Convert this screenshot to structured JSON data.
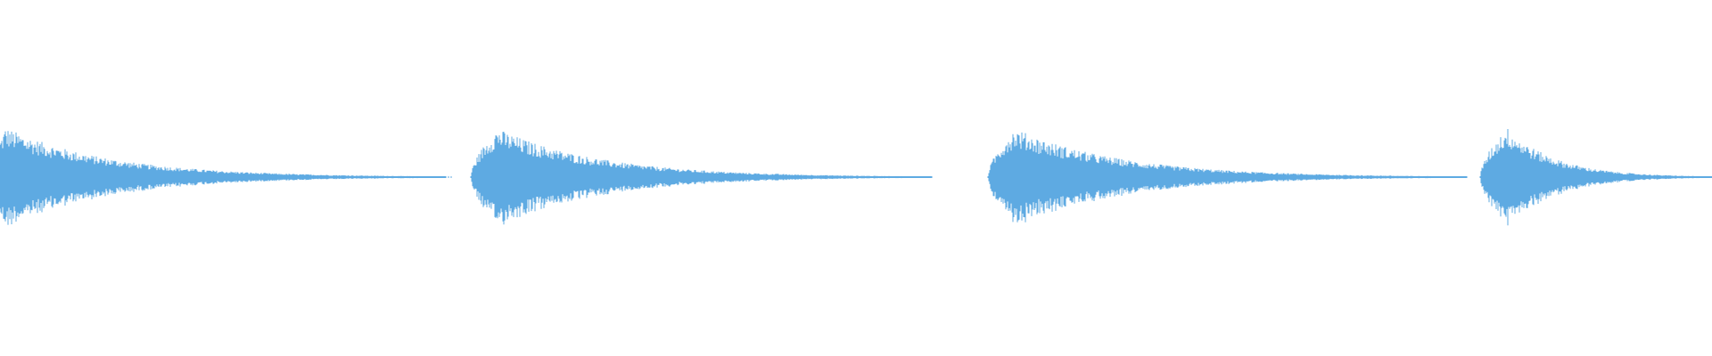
{
  "waveform": {
    "color": "#5eaae2",
    "segments": [
      {
        "label": "segment-1"
      },
      {
        "label": "segment-2"
      },
      {
        "label": "segment-3"
      },
      {
        "label": "segment-4"
      }
    ]
  }
}
